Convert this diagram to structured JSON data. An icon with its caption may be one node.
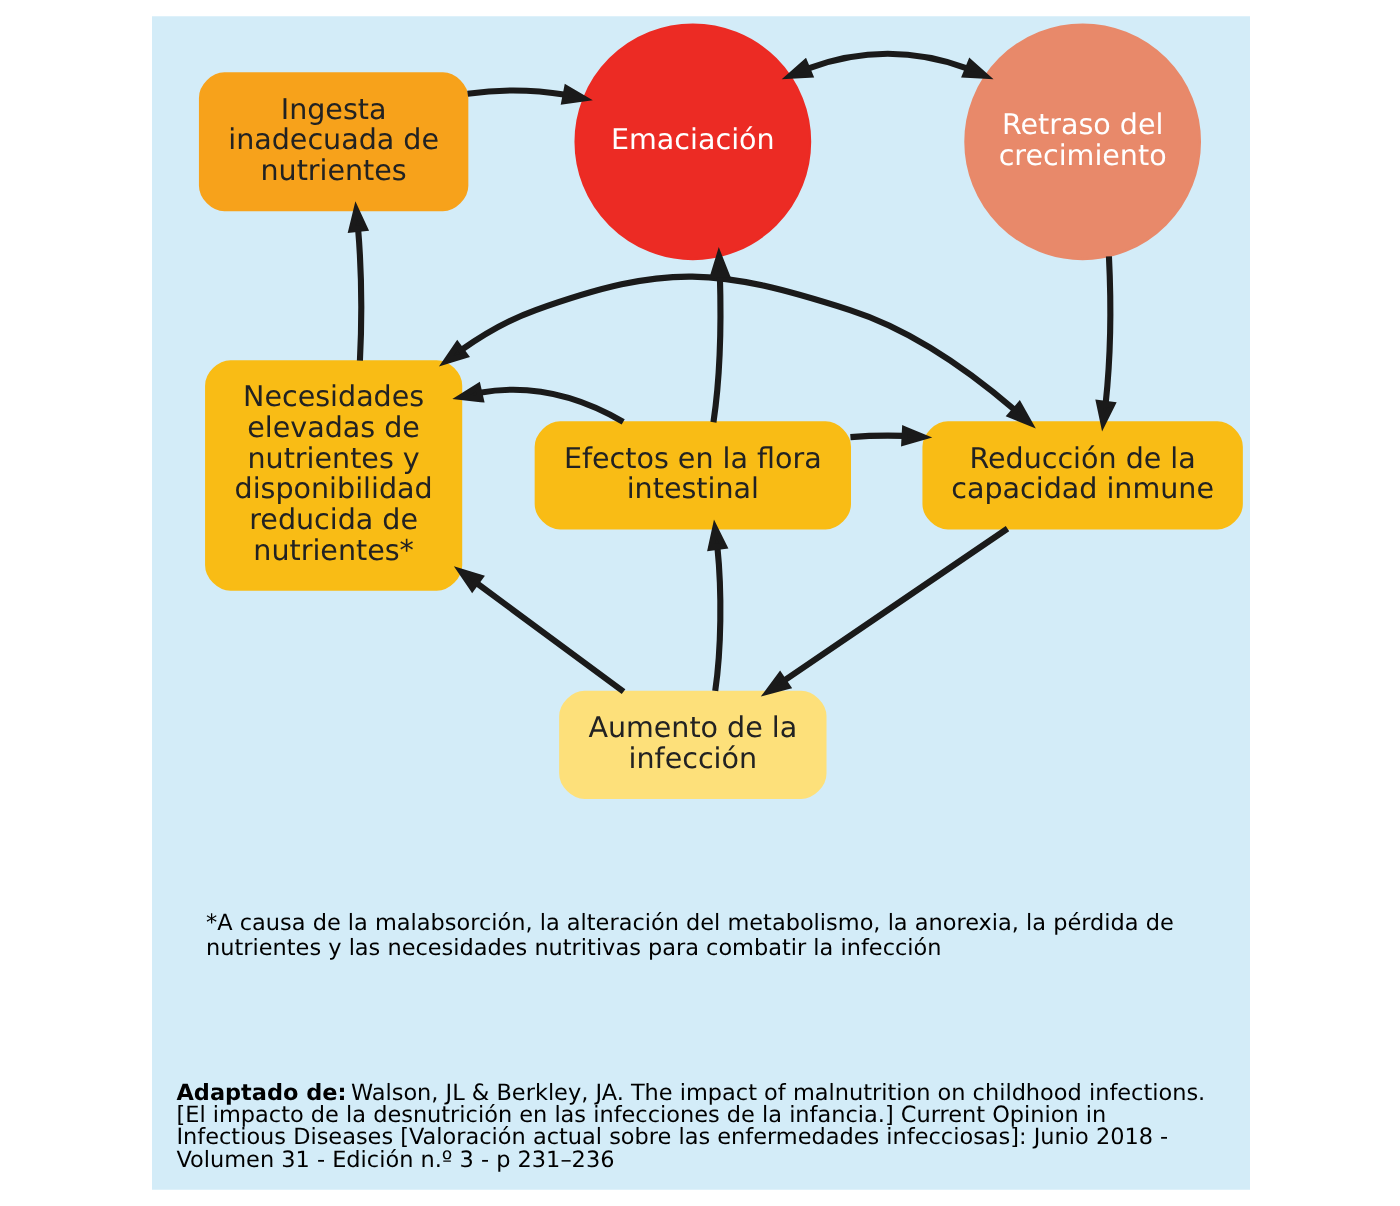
{
  "diagram": {
    "nodes": [
      {
        "text": [
          "Ingesta inadecuada de nutrientes"
        ]
      },
      {
        "text": [
          "Emaciación"
        ]
      },
      {
        "text": [
          "Retraso del crecimiento"
        ]
      },
      {
        "text": [
          "Necesidades elevadas de nutrientes y disponibilidad reducida de nutrientes*"
        ]
      },
      {
        "text": [
          "Efectos en la flora intestinal"
        ]
      },
      {
        "text": [
          "Reducción de la capacidad inmune"
        ]
      },
      {
        "text": [
          "Aumento de la infección"
        ]
      }
    ],
    "edges": [
      {
        "from": 0,
        "to": 1,
        "arrow": "to"
      },
      {
        "from": 1,
        "to": 2,
        "arrow": "both"
      },
      {
        "from": 2,
        "to": 5,
        "arrow": "to"
      },
      {
        "from": 3,
        "to": 0,
        "arrow": "to"
      },
      {
        "from": 4,
        "to": 3,
        "arrow": "to"
      },
      {
        "from": 4,
        "to": 1,
        "arrow": "to"
      },
      {
        "from": 4,
        "to": 5,
        "arrow": "to"
      },
      {
        "from": 3,
        "to": 5,
        "arrow": "both"
      },
      {
        "from": 6,
        "to": 4,
        "arrow": "to"
      },
      {
        "from": 5,
        "to": 6,
        "arrow": "to"
      },
      {
        "from": 6,
        "to": 3,
        "arrow": "to"
      }
    ],
    "labels": [
      "*A causa de la malabsorción, la alteración del metabolismo, la anorexia, la pérdida de nutrientes y las necesidades nutritivas para combatir la infección",
      "**Adaptado de:** Walson, JL & Berkley, JA. The impact of malnutrition on childhood infections. [El impacto de la desnutrición en las infecciones de la infancia.] Current Opinion in Infectious Diseases [Valoración actual sobre las enfermedades infecciosas]: Junio 2018 - Volumen 31 - Edición n.º 3 - p 231–236"
    ]
  }
}
